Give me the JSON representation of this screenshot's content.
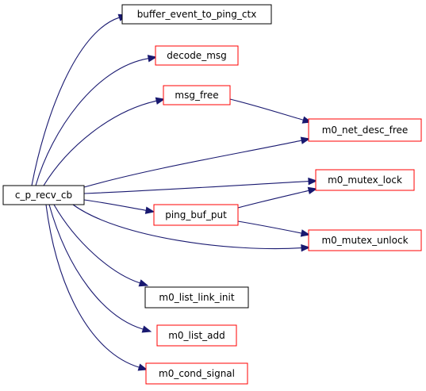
{
  "colors": {
    "edge": "#191970",
    "source_fill": "#bfbfbf",
    "source_border": "#000000",
    "undocumented_border": "#000000",
    "documented_border": "#ff0000",
    "text": "#000000"
  },
  "nodes": {
    "c_p_recv_cb": {
      "label": "c_p_recv_cb",
      "kind": "source"
    },
    "buffer_event_to_ping_ctx": {
      "label": "buffer_event_to_ping_ctx",
      "kind": "plain"
    },
    "decode_msg": {
      "label": "decode_msg",
      "kind": "documented"
    },
    "msg_free": {
      "label": "msg_free",
      "kind": "documented"
    },
    "m0_net_desc_free": {
      "label": "m0_net_desc_free",
      "kind": "documented"
    },
    "m0_mutex_lock": {
      "label": "m0_mutex_lock",
      "kind": "documented"
    },
    "ping_buf_put": {
      "label": "ping_buf_put",
      "kind": "documented"
    },
    "m0_mutex_unlock": {
      "label": "m0_mutex_unlock",
      "kind": "documented"
    },
    "m0_list_link_init": {
      "label": "m0_list_link_init",
      "kind": "plain"
    },
    "m0_list_add": {
      "label": "m0_list_add",
      "kind": "documented"
    },
    "m0_cond_signal": {
      "label": "m0_cond_signal",
      "kind": "documented"
    }
  },
  "edges": [
    {
      "from": "c_p_recv_cb",
      "to": "buffer_event_to_ping_ctx"
    },
    {
      "from": "c_p_recv_cb",
      "to": "decode_msg"
    },
    {
      "from": "c_p_recv_cb",
      "to": "msg_free"
    },
    {
      "from": "c_p_recv_cb",
      "to": "m0_net_desc_free"
    },
    {
      "from": "c_p_recv_cb",
      "to": "m0_mutex_lock"
    },
    {
      "from": "c_p_recv_cb",
      "to": "ping_buf_put"
    },
    {
      "from": "c_p_recv_cb",
      "to": "m0_mutex_unlock"
    },
    {
      "from": "c_p_recv_cb",
      "to": "m0_list_link_init"
    },
    {
      "from": "c_p_recv_cb",
      "to": "m0_list_add"
    },
    {
      "from": "c_p_recv_cb",
      "to": "m0_cond_signal"
    },
    {
      "from": "msg_free",
      "to": "m0_net_desc_free"
    },
    {
      "from": "ping_buf_put",
      "to": "m0_mutex_lock"
    },
    {
      "from": "ping_buf_put",
      "to": "m0_mutex_unlock"
    }
  ]
}
